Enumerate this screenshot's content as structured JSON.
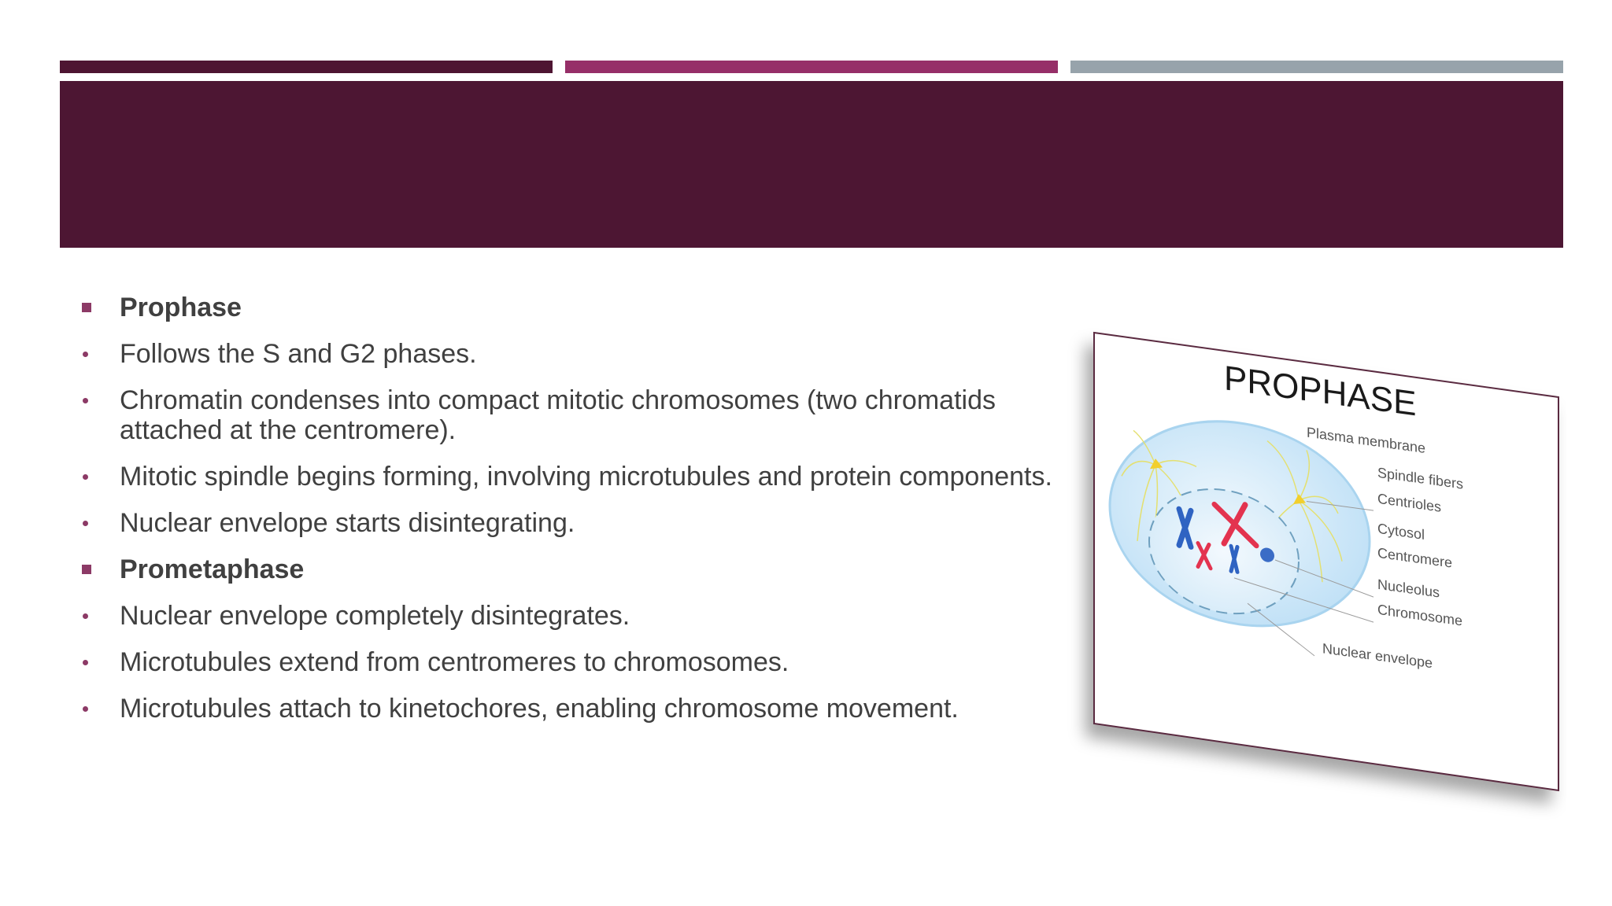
{
  "slide": {
    "title": "STAGES OF MITOSIS",
    "accent_colors": [
      "#4e1532",
      "#962f68",
      "#97a3ab"
    ],
    "band_color": "#4d1633",
    "bullet_color": "#8c3a66"
  },
  "bullets": [
    {
      "kind": "heading",
      "text": "Prophase"
    },
    {
      "kind": "item",
      "text": "Follows the S and G2 phases."
    },
    {
      "kind": "item",
      "text": "Chromatin condenses into compact mitotic chromosomes (two chromatids attached at the centromere)."
    },
    {
      "kind": "item",
      "text": "Mitotic spindle begins forming, involving microtubules and protein components."
    },
    {
      "kind": "item",
      "text": "Nuclear envelope starts disintegrating."
    },
    {
      "kind": "heading",
      "text": "Prometaphase"
    },
    {
      "kind": "item",
      "text": "Nuclear envelope completely disintegrates."
    },
    {
      "kind": "item",
      "text": "Microtubules extend from centromeres to chromosomes."
    },
    {
      "kind": "item",
      "text": "Microtubules attach to kinetochores, enabling chromosome movement."
    }
  ],
  "figure": {
    "title": "PROPHASE",
    "labels": {
      "plasma_membrane": "Plasma membrane",
      "spindle_fibers": "Spindle fibers",
      "centrioles": "Centrioles",
      "cytosol": "Cytosol",
      "centromere": "Centromere",
      "nucleolus": "Nucleolus",
      "chromosome": "Chromosome",
      "nuclear_envelope": "Nuclear envelope"
    }
  }
}
